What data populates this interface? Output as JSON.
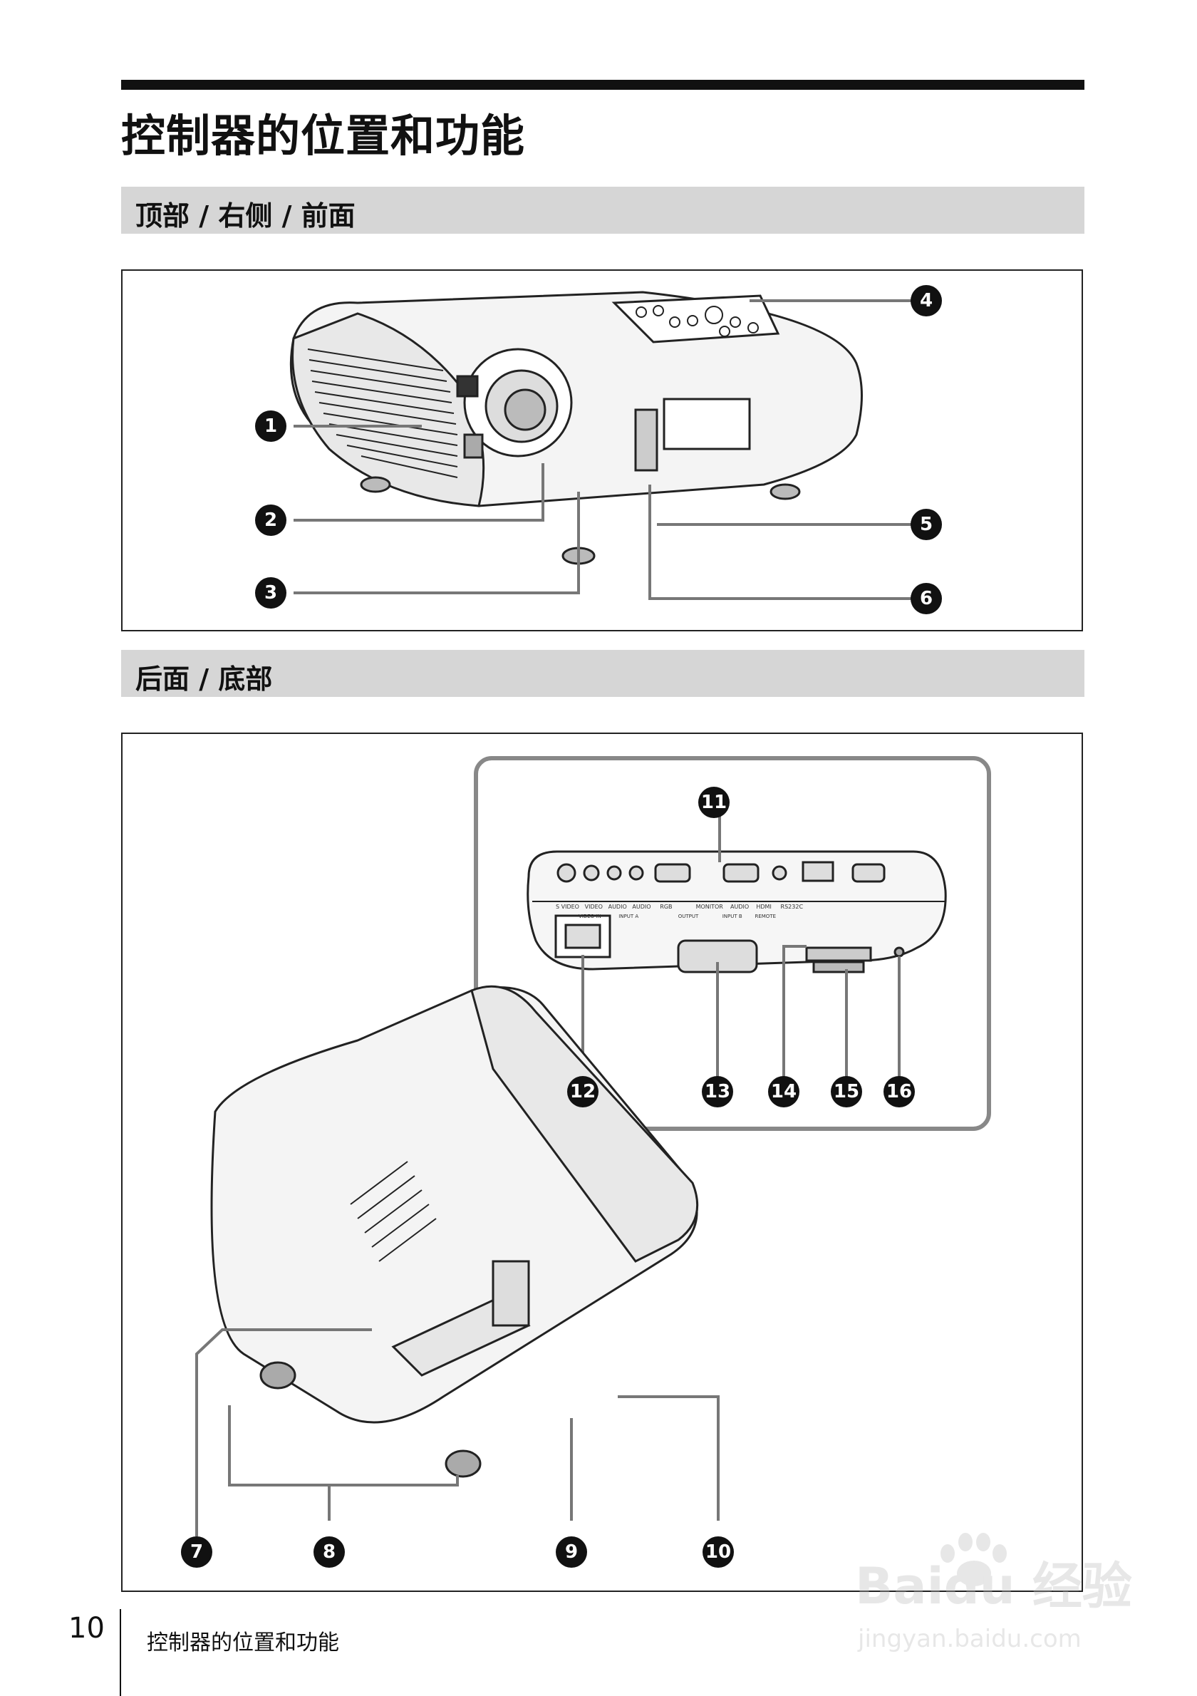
{
  "header": {
    "title": "控制器的位置和功能"
  },
  "sections": [
    {
      "label": "顶部 / 右侧 / 前面"
    },
    {
      "label": "后面 / 底部"
    }
  ],
  "figure_top": {
    "callouts": [
      "1",
      "2",
      "3",
      "4",
      "5",
      "6"
    ]
  },
  "figure_bottom": {
    "callouts": [
      "7",
      "8",
      "9",
      "10",
      "11",
      "12",
      "13",
      "14",
      "15",
      "16"
    ],
    "panel_labels": [
      "S VIDEO",
      "VIDEO",
      "AUDIO",
      "AUDIO",
      "RGB",
      "MONITOR",
      "AUDIO",
      "HDMI",
      "RS232C"
    ],
    "panel_group_labels": [
      "VIDEO IN",
      "INPUT A",
      "OUTPUT",
      "INPUT B",
      "REMOTE"
    ]
  },
  "footer": {
    "page_number": "10",
    "running_title": "控制器的位置和功能"
  },
  "watermark": {
    "line1": "Baidu 经验",
    "line2": "jingyan.baidu.com"
  }
}
